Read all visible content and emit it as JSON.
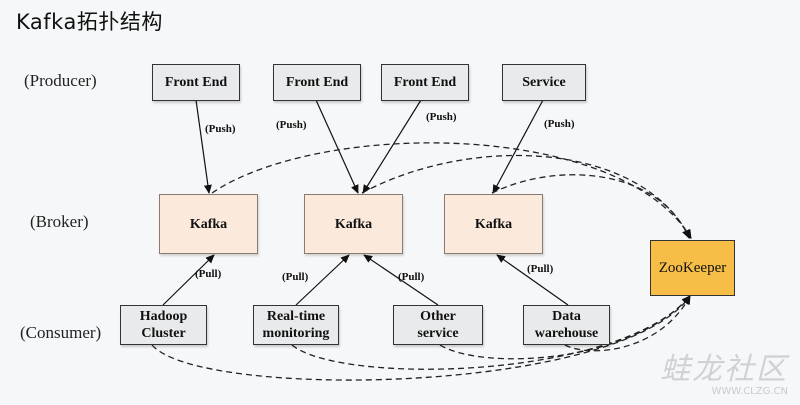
{
  "title": "Kafka拓扑结构",
  "rows": {
    "producer": "(Producer)",
    "broker": "(Broker)",
    "consumer": "(Consumer)"
  },
  "producers": [
    {
      "label": "Front End"
    },
    {
      "label": "Front End"
    },
    {
      "label": "Front End"
    },
    {
      "label": "Service"
    }
  ],
  "brokers": [
    {
      "label": "Kafka"
    },
    {
      "label": "Kafka"
    },
    {
      "label": "Kafka"
    }
  ],
  "zookeeper": {
    "label": "ZooKeeper"
  },
  "consumers": [
    {
      "line1": "Hadoop",
      "line2": "Cluster"
    },
    {
      "line1": "Real-time",
      "line2": "monitoring"
    },
    {
      "line1": "Other",
      "line2": "service"
    },
    {
      "line1": "Data",
      "line2": "warehouse"
    }
  ],
  "edge_labels": {
    "push": "(Push)",
    "pull": "(Pull)"
  },
  "watermark": {
    "text": "蛙龙社区",
    "url": "WWW.CLZG.CN"
  },
  "colors": {
    "kafka_fill": "#fbe9dc",
    "zookeeper_fill": "#f6bd47",
    "client_fill": "#e9eaeb"
  }
}
